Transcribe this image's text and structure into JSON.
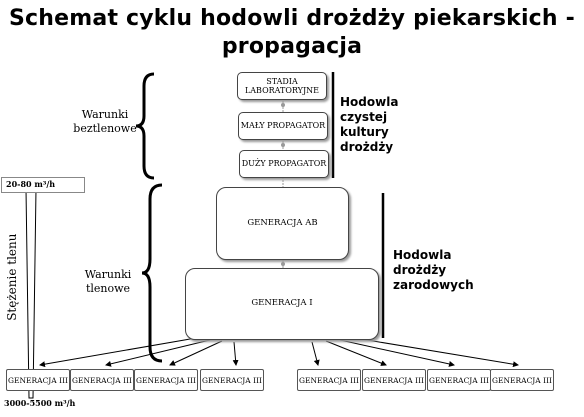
{
  "title": {
    "line1": "Schemat cyklu hodowli drożdży piekarskich -",
    "line2": "propagacja"
  },
  "boxes": {
    "stadia": "STADIA LABORATORYJNE",
    "maly": "MAŁY PROPAGATOR",
    "duzy": "DUŻY PROPAGATOR",
    "gen_ab": "GENERACJA AB",
    "gen_i": "GENERACJA I",
    "gen_iii": [
      "GENERACJA III",
      "GENERACJA III",
      "GENERACJA III",
      "GENERACJA III",
      "GENERACJA III",
      "GENERACJA III",
      "GENERACJA III",
      "GENERACJA III"
    ]
  },
  "conditions": {
    "anaerobic": "Warunki beztlenowe",
    "aerobic": "Warunki tlenowe"
  },
  "phases": {
    "pure_culture": "Hodowla czystej kultury drożdży",
    "seed_yeast": "Hodowla drożdży zarodowych"
  },
  "oxygen": {
    "axis_label": "Stężenie tlenu",
    "flow_top": "20-80 m³/h",
    "flow_bottom": "3000-5500 m³/h"
  }
}
